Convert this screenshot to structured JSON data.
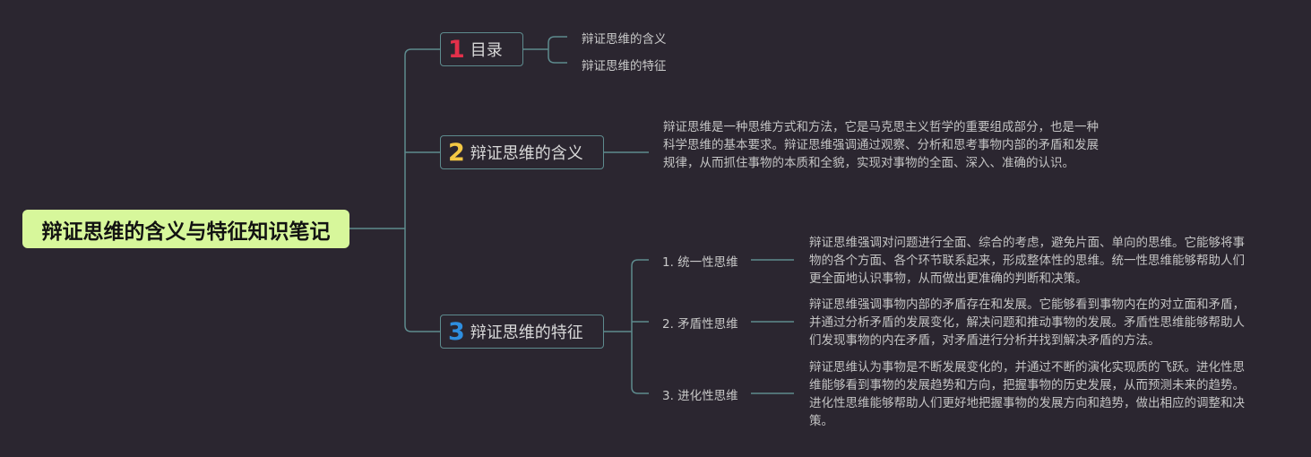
{
  "root": {
    "title": "辩证思维的含义与特征知识笔记"
  },
  "branches": [
    {
      "number": "1",
      "label": "目录",
      "children": [
        "辩证思维的含义",
        "辩证思维的特征"
      ]
    },
    {
      "number": "2",
      "label": "辩证思维的含义",
      "text": "辩证思维是一种思维方式和方法，它是马克思主义哲学的重要组成部分，也是一种科学思维的基本要求。辩证思维强调通过观察、分析和思考事物内部的矛盾和发展规律，从而抓住事物的本质和全貌，实现对事物的全面、深入、准确的认识。"
    },
    {
      "number": "3",
      "label": "辩证思维的特征",
      "children": [
        {
          "label": "1. 统一性思维",
          "text": "辩证思维强调对问题进行全面、综合的考虑，避免片面、单向的思维。它能够将事物的各个方面、各个环节联系起来，形成整体性的思维。统一性思维能够帮助人们更全面地认识事物，从而做出更准确的判断和决策。"
        },
        {
          "label": "2. 矛盾性思维",
          "text": "辩证思维强调事物内部的矛盾存在和发展。它能够看到事物内在的对立面和矛盾，并通过分析矛盾的发展变化，解决问题和推动事物的发展。矛盾性思维能够帮助人们发现事物的内在矛盾，对矛盾进行分析并找到解决矛盾的方法。"
        },
        {
          "label": "3. 进化性思维",
          "text": "辩证思维认为事物是不断发展变化的，并通过不断的演化实现质的飞跃。进化性思维能够看到事物的发展趋势和方向，把握事物的历史发展，从而预测未来的趋势。进化性思维能够帮助人们更好地把握事物的发展方向和趋势，做出相应的调整和决策。"
        }
      ]
    }
  ],
  "colors": {
    "background": "#2b2630",
    "root_fill": "#d7f79b",
    "connector": "#5e8b8e",
    "number_1": "#e3304a",
    "number_2": "#f3c744",
    "number_3": "#2e8ee0"
  }
}
